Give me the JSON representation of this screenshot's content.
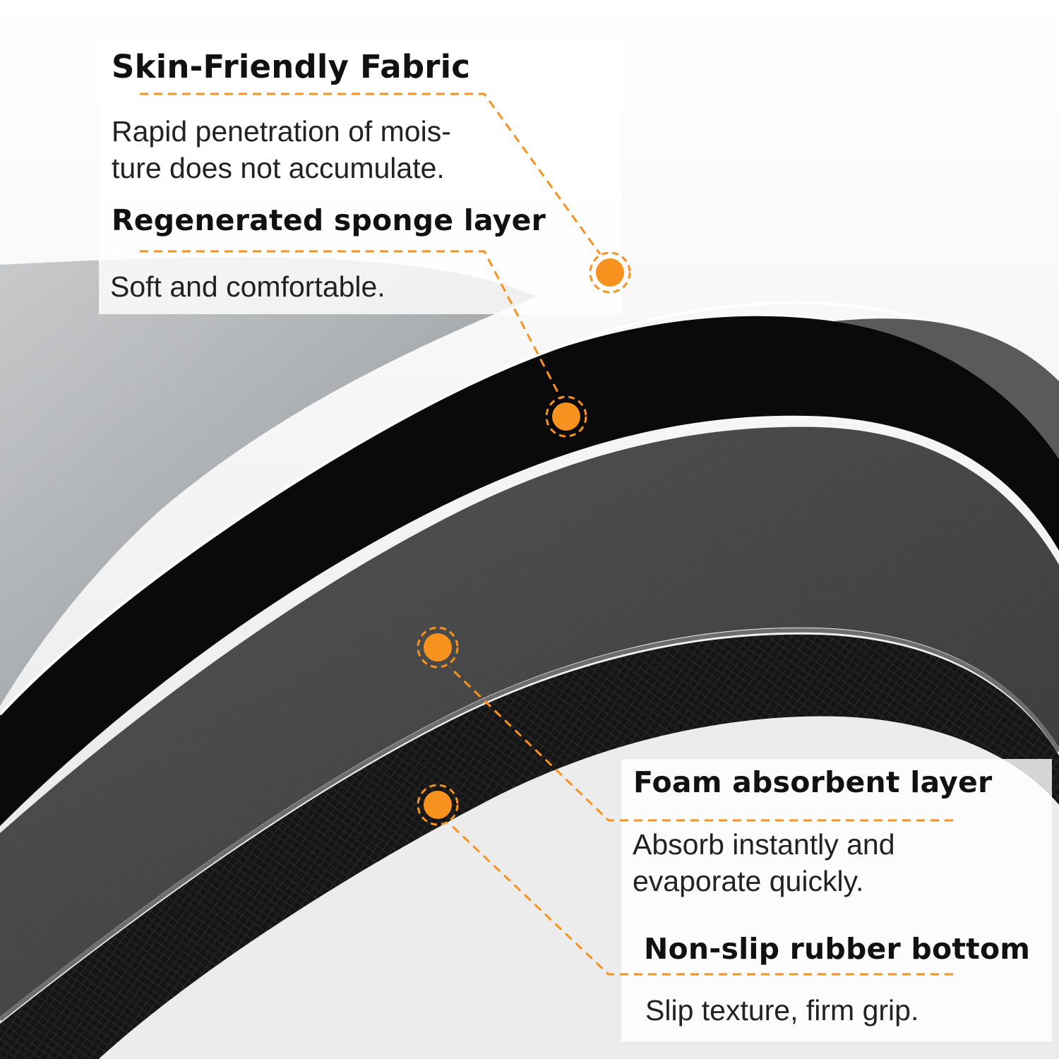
{
  "colors": {
    "accent": "#f7921e",
    "heading_text": "#111111",
    "body_text": "#222222"
  },
  "features": [
    {
      "title": "Skin-Friendly Fabric",
      "description_lines": [
        "Rapid penetration of mois-",
        "ture does not accumulate."
      ]
    },
    {
      "title": "Regenerated sponge layer",
      "description_lines": [
        "Soft and comfortable."
      ]
    },
    {
      "title": "Foam absorbent layer",
      "description_lines": [
        "Absorb instantly and",
        "evaporate quickly."
      ]
    },
    {
      "title": "Non-slip rubber bottom",
      "description_lines": [
        "Slip texture, firm grip."
      ]
    }
  ]
}
